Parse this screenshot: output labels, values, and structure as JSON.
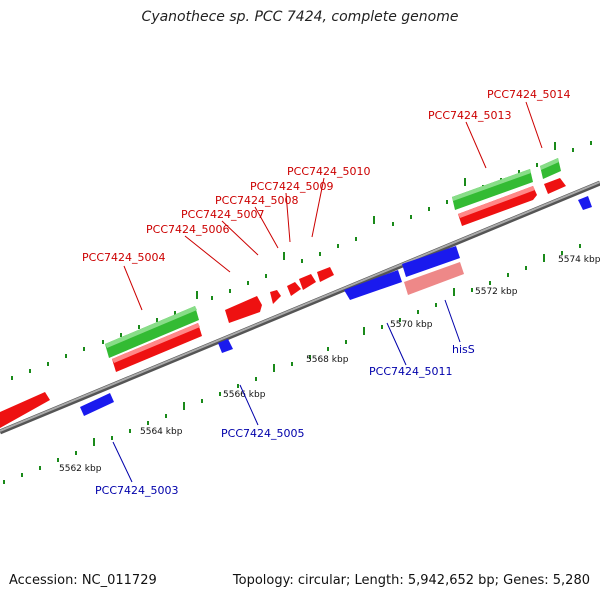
{
  "title": "Cyanothece sp. PCC 7424, complete genome",
  "footer": {
    "accession": "Accession: NC_011729",
    "stats": "Topology: circular; Length: 5,942,652 bp; Genes: 5,280"
  },
  "colors": {
    "backbone": "#8c8c8c",
    "forward_cds": "#ee1111",
    "reverse_cds": "#1a1aee",
    "gene": "#33bb33",
    "pseudo": "#ee8888",
    "tick": "#1a8a1a",
    "forward_label": "#cc0000",
    "reverse_label": "#0000aa"
  },
  "ruler": {
    "unit": "kbp",
    "ticks": [
      {
        "kbp": 5562,
        "label": "5562 kbp"
      },
      {
        "kbp": 5564,
        "label": "5564 kbp"
      },
      {
        "kbp": 5566,
        "label": "5566 kbp"
      },
      {
        "kbp": 5568,
        "label": "5568 kbp"
      },
      {
        "kbp": 5570,
        "label": "5570 kbp"
      },
      {
        "kbp": 5572,
        "label": "5572 kbp"
      },
      {
        "kbp": 5574,
        "label": "5574 kbp"
      }
    ]
  },
  "gene_labels": {
    "forward": [
      "PCC7424_5004",
      "PCC7424_5006",
      "PCC7424_5007",
      "PCC7424_5008",
      "PCC7424_5009",
      "PCC7424_5010",
      "PCC7424_5013",
      "PCC7424_5014"
    ],
    "reverse": [
      "PCC7424_5003",
      "PCC7424_5005",
      "PCC7424_5011",
      "hisS"
    ]
  }
}
